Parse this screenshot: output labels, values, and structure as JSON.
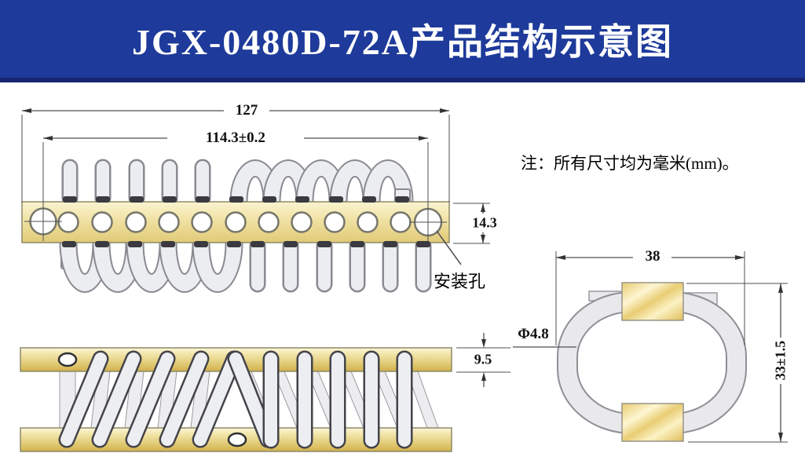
{
  "banner": {
    "title": "JGX-0480D-72A产品结构示意图",
    "background": "#1e3a9a",
    "underline": "#172573"
  },
  "note": {
    "text": "注：所有尺寸均为毫米(mm)。"
  },
  "top_view": {
    "dims": {
      "overall_length": "127",
      "mount_hole_span": "114.3±0.2",
      "bar_width": "14.3"
    },
    "mounting_hole_label": "安装孔",
    "small_hole_count": 11,
    "large_hole_count": 2
  },
  "side_view": {
    "dims": {
      "bar_thickness": "9.5"
    }
  },
  "end_view": {
    "dims": {
      "width": "38",
      "wire_diameter": "Φ4.8",
      "height": "33±1.5"
    }
  },
  "colors": {
    "banner_blue": "#1e3a9a",
    "bar_gold_light": "#faf3d0",
    "bar_gold_dark": "#d9bd5f",
    "wire_fill": "#ebedf0",
    "wire_outline": "#8a8a92",
    "wire_cap_dark": "#3a3a40",
    "dim_line": "#4f4f55"
  }
}
